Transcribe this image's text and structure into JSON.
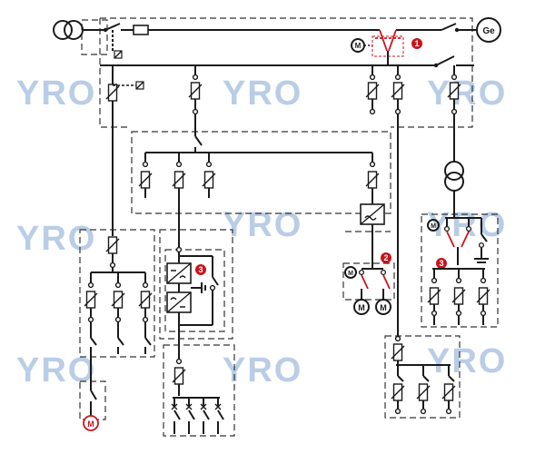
{
  "watermark": {
    "text": "YRO",
    "color": "#b9cde6"
  },
  "labels": {
    "generator": "Ge",
    "motor": "M"
  },
  "badges": [
    "1",
    "2",
    "3",
    "3"
  ],
  "colors": {
    "line": "#1a1a1a",
    "accent": "#c8141e",
    "watermark": "#b9cde6"
  },
  "icons": [
    "transformer-icon",
    "fuse-icon",
    "breaker-icon",
    "motor-icon",
    "generator-icon",
    "inverter-icon",
    "ground-icon",
    "disconnector-icon"
  ]
}
